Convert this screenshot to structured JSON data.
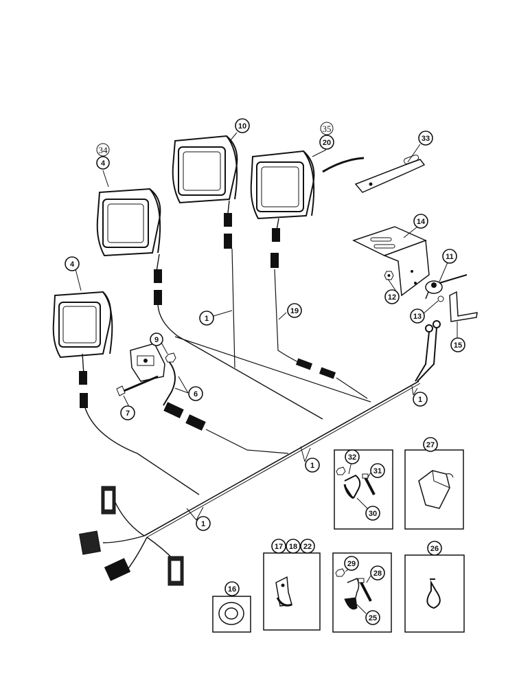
{
  "callouts": {
    "c34": "34",
    "c4a": "4",
    "c10": "10",
    "c35": "35",
    "c20": "20",
    "c33": "33",
    "c14": "14",
    "c11": "11",
    "c12": "12",
    "c13": "13",
    "c15": "15",
    "c4b": "4",
    "c9": "9",
    "c1a": "1",
    "c19": "19",
    "c6": "6",
    "c7": "7",
    "c1b": "1",
    "c1c": "1",
    "c1d": "1",
    "c27": "27",
    "c32": "32",
    "c31": "31",
    "c30": "30",
    "c17": "17",
    "c18": "18",
    "c22": "22",
    "c16": "16",
    "c29": "29",
    "c28": "28",
    "c25": "25",
    "c26": "26"
  }
}
